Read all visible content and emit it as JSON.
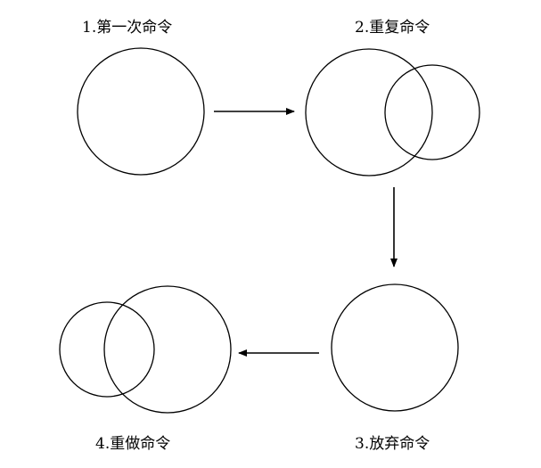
{
  "steps": [
    {
      "id": 1,
      "label": "1.第一次命令"
    },
    {
      "id": 2,
      "label": "2.重复命令"
    },
    {
      "id": 3,
      "label": "3.放弃命令"
    },
    {
      "id": 4,
      "label": "4.重做命令"
    }
  ],
  "colors": {
    "stroke": "#000000",
    "background": "#ffffff"
  }
}
